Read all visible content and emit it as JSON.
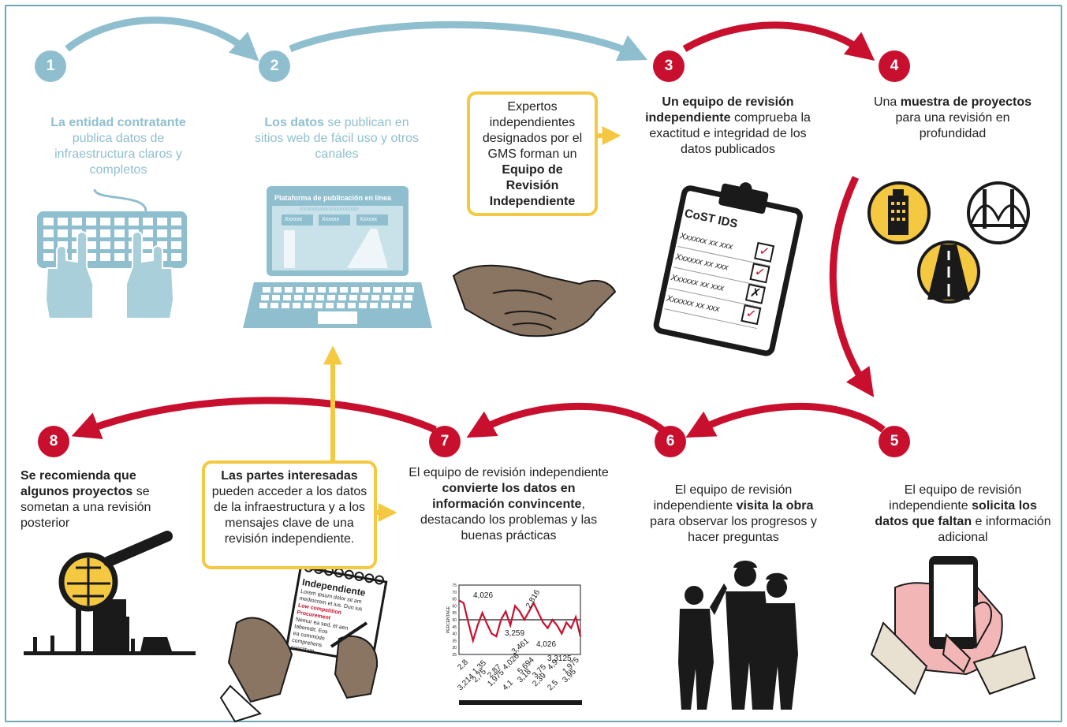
{
  "colors": {
    "blue": "#8fbfcf",
    "red": "#c8102e",
    "yellow": "#f5c842",
    "dark": "#1a1a1a"
  },
  "steps": [
    {
      "n": "1",
      "bold": "La entidad contratante",
      "rest": " publica datos de infraestructura claros y completos"
    },
    {
      "n": "2",
      "bold": "Los datos",
      "rest": " se publican en sitios web de fácil uso y otros canales"
    },
    {
      "n": "3",
      "bold": "Un equipo de revisión independiente",
      "rest": " comprueba la exactitud e integridad de los datos publicados"
    },
    {
      "n": "4",
      "pre": "Una ",
      "bold": "muestra de proyectos",
      "rest": " para una revisión en profundidad"
    },
    {
      "n": "5",
      "pre": "El equipo de revisión independiente ",
      "bold": "solicita los datos que faltan",
      "rest": " e información adicional"
    },
    {
      "n": "6",
      "pre": "El equipo de revisión independiente ",
      "bold": "visita la obra",
      "rest": " para observar los progresos y hacer preguntas"
    },
    {
      "n": "7",
      "pre": "El equipo de revisión independiente ",
      "bold": "convierte los datos en información convincente",
      "rest": ", destacando los problemas y las buenas prácticas"
    },
    {
      "n": "8",
      "bold": "Se recomienda que algunos proyectos",
      "rest": " se sometan a una revisión posterior"
    }
  ],
  "box_experts": {
    "pre": "Expertos independientes designados por el GMS forman un ",
    "bold": "Equipo de Revisión Independiente"
  },
  "box_stakeholders": {
    "bold": "Las partes interesadas",
    "rest": " pueden acceder a los datos de la infraestructura y a los mensajes clave de una revisión independiente."
  },
  "laptop": {
    "title": "Plataforma de publicación en línea",
    "subtitle": "Xxxxxxxxxxxxxxxxxxxxx",
    "tabs": [
      "Xxxxxx",
      "Xxxxxx",
      "Xxxxxx"
    ]
  },
  "clipboard": {
    "title": "CoST IDS",
    "rows": [
      {
        "text": "Xxxxxx xx xxx",
        "mark": "✓"
      },
      {
        "text": "Xxxxxx xx xxx",
        "mark": "✓"
      },
      {
        "text": "Xxxxxx xx xxx",
        "mark": "✗"
      },
      {
        "text": "Xxxxxx xx xxx",
        "mark": "✓"
      }
    ]
  },
  "notebook": {
    "title": "Independiente",
    "lines": [
      "Lorem ipsum dolor sit am",
      "mediocrem et ius. Duo ius",
      "Low competition",
      "Procurement",
      "Nemur ea sed, et aen",
      "tabemdit. Eos",
      "ea commodo",
      "comprehens",
      "constitum"
    ]
  },
  "chart_data": {
    "type": "line",
    "ylabel": "PERCENTAGE",
    "yticks": [
      "75",
      "70",
      "65",
      "60",
      "55",
      "50",
      "45",
      "40",
      "35",
      "30",
      "25"
    ],
    "ylim": [
      25,
      75
    ],
    "x": [
      1,
      2,
      3,
      4,
      5,
      6,
      7,
      8,
      9,
      10,
      11,
      12,
      13,
      14,
      15,
      16,
      17,
      18,
      19,
      20,
      21,
      22,
      23,
      24,
      25,
      26,
      27
    ],
    "series": [
      {
        "values": [
          64,
          62,
          48,
          35,
          46,
          55,
          47,
          40,
          38,
          50,
          56,
          46,
          60,
          56,
          50,
          56,
          62,
          55,
          48,
          44,
          50,
          46,
          40,
          48,
          44,
          52,
          38
        ]
      }
    ],
    "reference_line": 50,
    "annotations": [
      "4,026",
      "2,816",
      "3,259",
      "3,3125",
      "4,026",
      "3,461"
    ],
    "scatter_labels": [
      "2,8",
      "1,35",
      "2,87",
      "4,026",
      "5,694",
      "3,75",
      "4,9",
      "1,975",
      "3,214",
      "2,75",
      "1,975",
      "4,1",
      "3,18",
      "2,39",
      "2,5",
      "3,95"
    ]
  }
}
